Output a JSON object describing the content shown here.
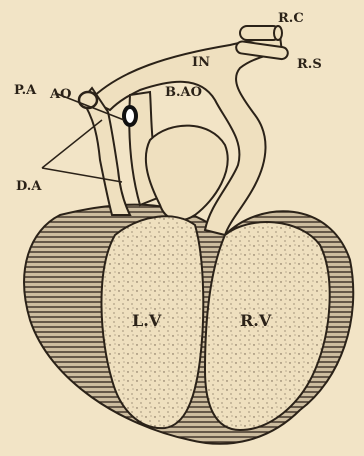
{
  "labels": {
    "rc": "R.C",
    "rs": "R.S",
    "in": "IN",
    "ao": "AO",
    "pa": "P.A",
    "bao": "B.AO",
    "da": "D.A",
    "lv": "L.V",
    "rv": "R.V"
  },
  "colors": {
    "background": "#f2e4c6",
    "ink": "#2b2218",
    "chamber_fill": "#efe0bf",
    "wall_dark": "#5c4a3a"
  }
}
